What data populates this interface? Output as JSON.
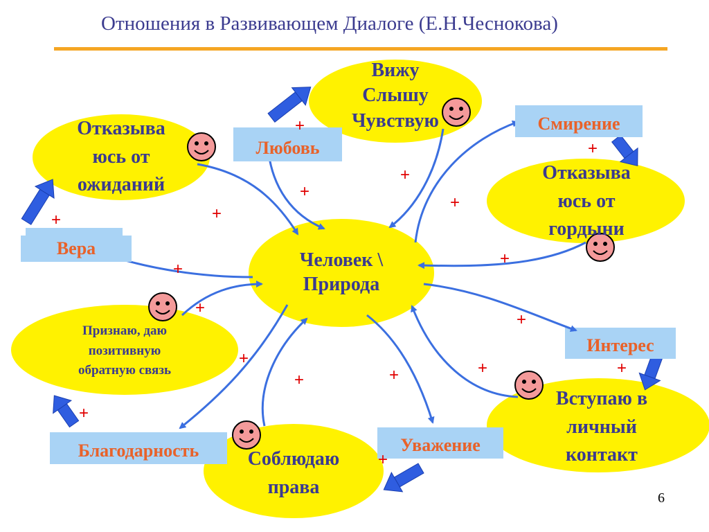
{
  "title": "Отношения в Развивающем Диалоге (Е.Н.Чеснокова)",
  "page_number": "6",
  "center": {
    "line1": "Человек \\",
    "line2": "Природа"
  },
  "ellipses": {
    "see_hear_feel": [
      "Вижу",
      "Слышу",
      "Чувствую"
    ],
    "refuse_expectations": [
      "Отказыва",
      "юсь от",
      "ожиданий"
    ],
    "refuse_pride": [
      "Отказыва",
      "юсь от",
      "гордыни"
    ],
    "feedback": [
      "Признаю, даю",
      "позитивную",
      "обратную связь"
    ],
    "observe_rights": [
      "Соблюдаю",
      "права"
    ],
    "personal_contact": [
      "Вступаю в",
      "личный",
      "контакт"
    ]
  },
  "labels": {
    "love": "Любовь",
    "humility": "Смирение",
    "faith": "Вера",
    "interest": "Интерес",
    "gratitude": "Благодарность",
    "respect": "Уважение"
  },
  "plus_sign": "+",
  "colors": {
    "ellipse": "#fff200",
    "label_box": "#a9d3f5",
    "label_text": "#e8622a",
    "ellipse_text": "#3b3b8f",
    "arrow": "#3b6fe0",
    "plus": "#e00000",
    "face": "#f49a9a",
    "rule": "#f5a623"
  }
}
